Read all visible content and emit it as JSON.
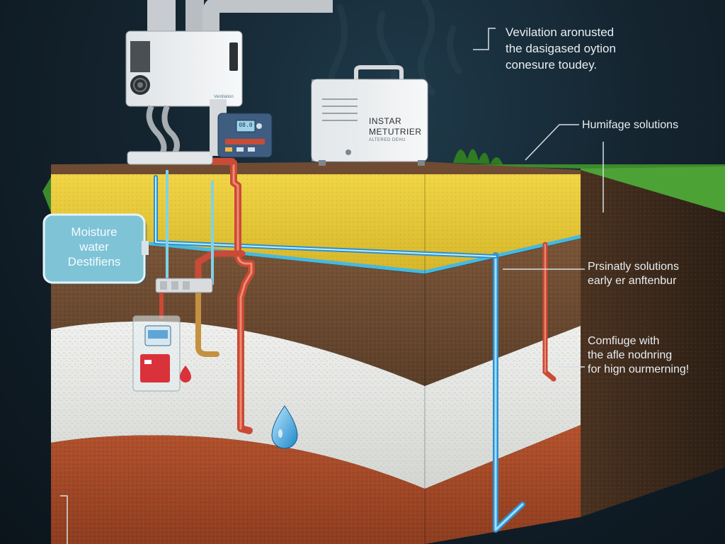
{
  "callouts": {
    "ventilation": [
      "Vevilation aronusted",
      "the dasigased oytion",
      "conesure toudey."
    ],
    "humidity": [
      "Humifage solutions"
    ],
    "primary": [
      "Prsinatly solutions",
      "early er anftenbur"
    ],
    "configure": [
      "Comfiuge with",
      "the afle nodnring",
      "for hign ourmerning!"
    ]
  },
  "moisture_sign": [
    "Moisture",
    "water",
    "Destifiens"
  ],
  "dehumidifier_unit": {
    "label": [
      "INSTAR",
      "METUTRIER"
    ],
    "sublabel": "ALTERED DEHU"
  },
  "ventilation_unit": {
    "brand": "Ventilation"
  },
  "control_panel": {
    "display": "08.0"
  },
  "colors": {
    "background": "#14242f",
    "topsoil": "#e0c32a",
    "clay": "#6b4a33",
    "sand": "#e6e7e4",
    "bedrock": "#a2492a",
    "water_line": "#48b8dd",
    "hot_pipe": "#c94a36",
    "grass": "#3d8a2c"
  },
  "icons": [
    "water-drop-icon",
    "leader-line-icon"
  ]
}
